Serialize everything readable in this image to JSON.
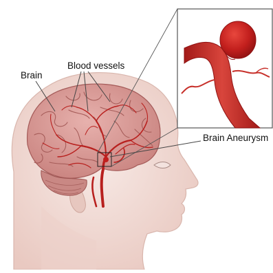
{
  "labels": {
    "brain": "Brain",
    "blood_vessels": "Blood vessels",
    "brain_aneurysm": "Brain Aneurysm"
  },
  "colors": {
    "skin": "#f1dcd6",
    "skin_shadow": "#e3c3bb",
    "brain": "#d99a96",
    "brain_dark": "#b96a68",
    "vessel": "#b8201e",
    "vessel_light": "#d84a40",
    "leader": "#444444"
  }
}
